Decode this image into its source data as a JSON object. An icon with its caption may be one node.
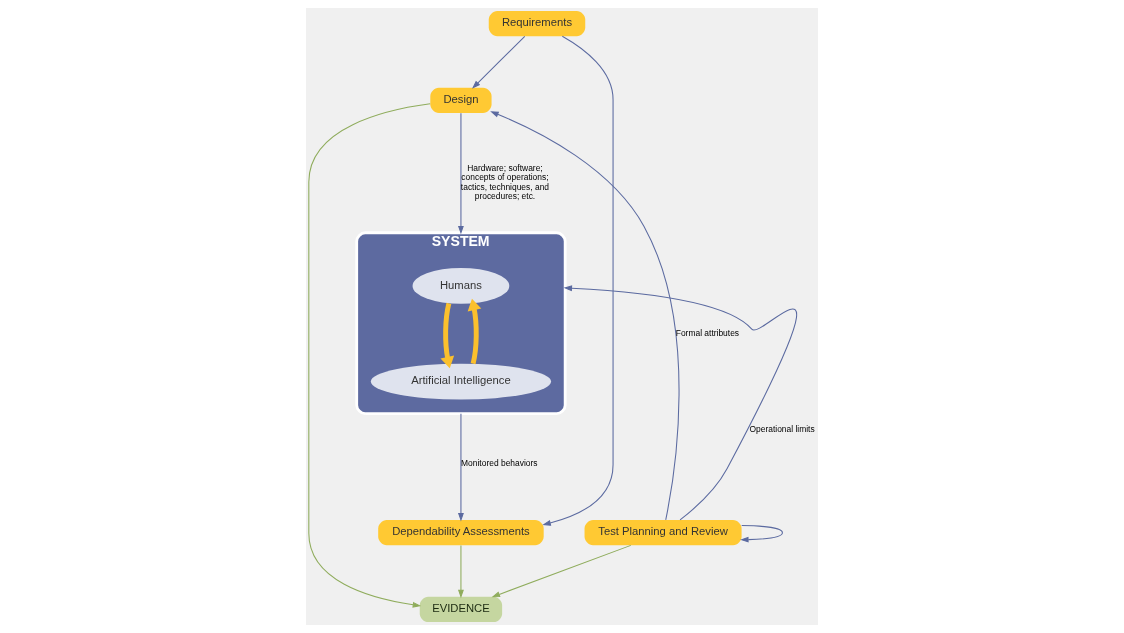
{
  "diagram": {
    "nodes": [
      {
        "text": [
          "Requirements"
        ]
      },
      {
        "text": [
          "Design"
        ]
      },
      {
        "text": [
          "SYSTEM"
        ]
      },
      {
        "text": [
          "Humans"
        ],
        "in": 2
      },
      {
        "text": [
          "Artificial Intelligence"
        ],
        "in": 2
      },
      {
        "text": [
          "Dependability Assessments"
        ]
      },
      {
        "text": [
          "Test Planning and Review"
        ]
      },
      {
        "text": [
          "EVIDENCE"
        ]
      }
    ],
    "edges": [
      {
        "from": 0,
        "to": 1,
        "arrow": "to"
      },
      {
        "from": 0,
        "to": 5,
        "arrow": "to"
      },
      {
        "from": 1,
        "to": 2,
        "arrow": "to",
        "label": "Hardware; software; concepts of operations; tactics, techniques, and procedures; etc."
      },
      {
        "from": 2,
        "to": 5,
        "arrow": "to",
        "label": "Monitored behaviors"
      },
      {
        "from": 3,
        "to": 4,
        "arrow": "to",
        "style": "thick",
        "color": "#fbc02d"
      },
      {
        "from": 4,
        "to": 3,
        "arrow": "to",
        "style": "thick",
        "color": "#fbc02d"
      },
      {
        "from": 6,
        "to": 2,
        "arrow": "to",
        "label": "Operational limits"
      },
      {
        "from": 6,
        "to": 1,
        "arrow": "to",
        "label": "Formal attributes"
      },
      {
        "from": 6,
        "to": 6,
        "arrow": "to"
      },
      {
        "from": 5,
        "to": 7,
        "arrow": "to",
        "color": "#8fac5c"
      },
      {
        "from": 6,
        "to": 7,
        "arrow": "to",
        "color": "#8fac5c"
      },
      {
        "from": 1,
        "to": 7,
        "arrow": "to",
        "color": "#8fac5c"
      }
    ]
  }
}
